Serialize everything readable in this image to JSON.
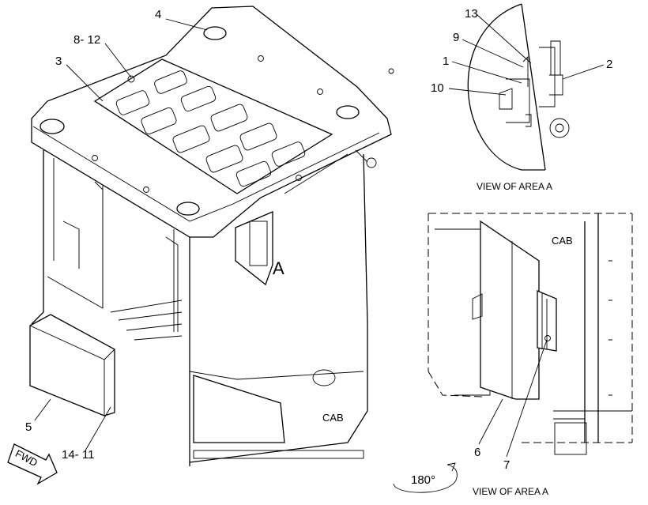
{
  "callouts": {
    "c1": "1",
    "c2": "2",
    "c3": "3",
    "c4": "4",
    "c5": "5",
    "c6": "6",
    "c7": "7",
    "c8_12": "8- 12",
    "c9": "9",
    "c10": "10",
    "c13": "13",
    "c14_11": "14- 11"
  },
  "labels": {
    "area_marker": "A",
    "cab_main": "CAB",
    "cab_detail": "CAB",
    "view_top": "VIEW OF AREA A",
    "view_bottom": "VIEW OF AREA A",
    "rotation": "180°",
    "forward": "FWD"
  }
}
